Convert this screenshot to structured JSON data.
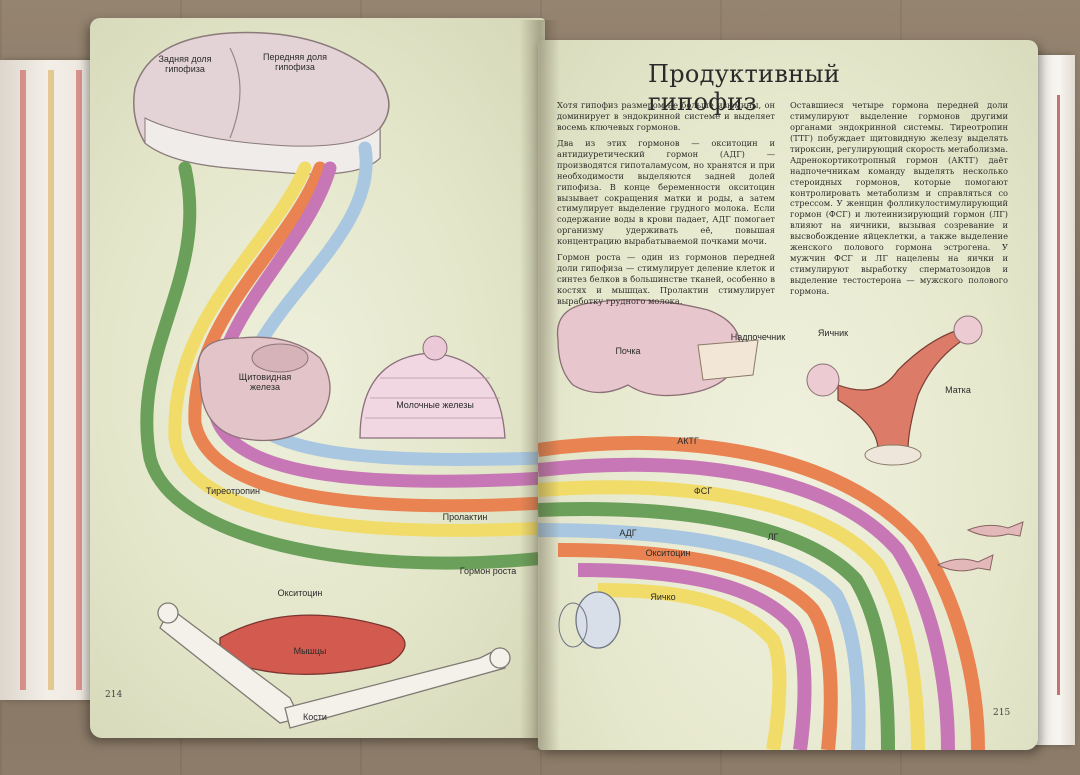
{
  "left_page": {
    "page_number": "214",
    "labels": {
      "posterior_pituitary": "Задняя доля гипофиза",
      "anterior_pituitary": "Передняя доля гипофиза",
      "thyroid": "Щитовидная железа",
      "mammary": "Молочные железы",
      "muscles": "Мышцы",
      "bones": "Кости",
      "band_thyrotropin": "Тиреотропин",
      "band_prolactin": "Пролактин",
      "band_growth": "Гормон роста",
      "band_oxytocin": "Окситоцин"
    }
  },
  "right_page": {
    "page_number": "215",
    "title": "Продуктивный гипофиз",
    "column1": [
      "Хотя гипофиз размером не больше изюмины, он доминирует в эндокринной системе и выделяет восемь ключевых гормонов.",
      "Два из этих гормонов — окситоцин и антидиуретический гормон (АДГ) — производятся гипоталамусом, но хранятся и при необходимости выделяются задней долей гипофиза. В конце беременности окситоцин вызывает сокращения матки и роды, а затем стимулирует выделение грудного молока. Если содержание воды в крови падает, АДГ помогает организму удерживать её, повышая концентрацию вырабатываемой почками мочи.",
      "Гормон роста — один из гормонов передней доли гипофиза — стимулирует деление клеток и синтез белков в большинстве тканей, особенно в костях и мышцах. Пролактин стимулирует выработку грудного молока."
    ],
    "column2": [
      "Оставшиеся четыре гормона передней доли стимулируют выделение гормонов другими органами эндокринной системы. Тиреотропин (ТТГ) побуждает щитовидную железу выделять тироксин, регулирующий скорость метаболизма. Адренокортикотропный гормон (АКТГ) даёт надпочечникам команду выделять несколько стероидных гормонов, которые помогают контролировать метаболизм и справляться со стрессом. У женщин фолликулостимулирующий гормон (ФСГ) и лютеинизирующий гормон (ЛГ) влияют на яичники, вызывая созревание и высвобождение яйцеклетки, а также выделение женского полового гормона эстрогена. У мужчин ФСГ и ЛГ нацелены на яички и стимулируют выработку сперматозоидов и выделение тестостерона — мужского полового гормона."
    ],
    "labels": {
      "adrenal": "Надпочечник",
      "kidney": "Почка",
      "ovary": "Яичник",
      "uterus": "Матка",
      "testis": "Яичко",
      "band_actg": "АКТГ",
      "band_fsh": "ФСГ",
      "band_lh": "ЛГ",
      "band_adh": "АДГ",
      "band_oxytocin": "Окситоцин"
    }
  },
  "colors": {
    "orange": "#e98352",
    "magenta": "#c777b5",
    "yellow": "#f1dc6a",
    "green": "#6aa05a",
    "blue": "#a9c7e0",
    "red": "#d35a4e",
    "pink_organ": "#e6c3c7"
  }
}
